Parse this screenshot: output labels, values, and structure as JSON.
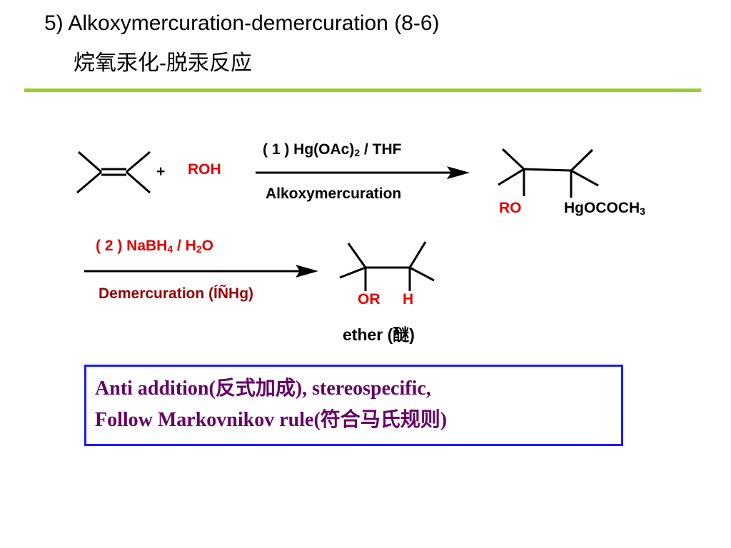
{
  "title": {
    "line1": "5) Alkoxymercuration-demercuration (8-6)",
    "line2": "烷氧汞化-脱汞反应"
  },
  "scheme": {
    "plus": "+",
    "reagent_roh": "ROH",
    "step1": {
      "prefix": "( 1 )  Hg(OAc)",
      "sub": "2",
      "suffix": " / THF",
      "name": "Alkoxymercuration"
    },
    "intermediate": {
      "left_group": "RO",
      "right_group": "HgOCOCH",
      "right_sub": "3"
    },
    "step2": {
      "prefix": "( 2 )  NaBH",
      "sub1": "4",
      "mid": " / H",
      "sub2": "2",
      "suffix": "O",
      "name": "Demercuration (ÍÑHg)"
    },
    "product": {
      "left_group": "OR",
      "right_group": "H",
      "name": "ether (醚)"
    }
  },
  "summary": {
    "line1": "Anti addition(反式加成), stereospecific,",
    "line2": "Follow Markovnikov rule(符合马氏规则)"
  },
  "colors": {
    "accent_rule": "#99cc33",
    "red_label": "#e60000",
    "dark_red_label": "#990000",
    "box_border": "#1a1aff",
    "box_text": "#660066"
  }
}
